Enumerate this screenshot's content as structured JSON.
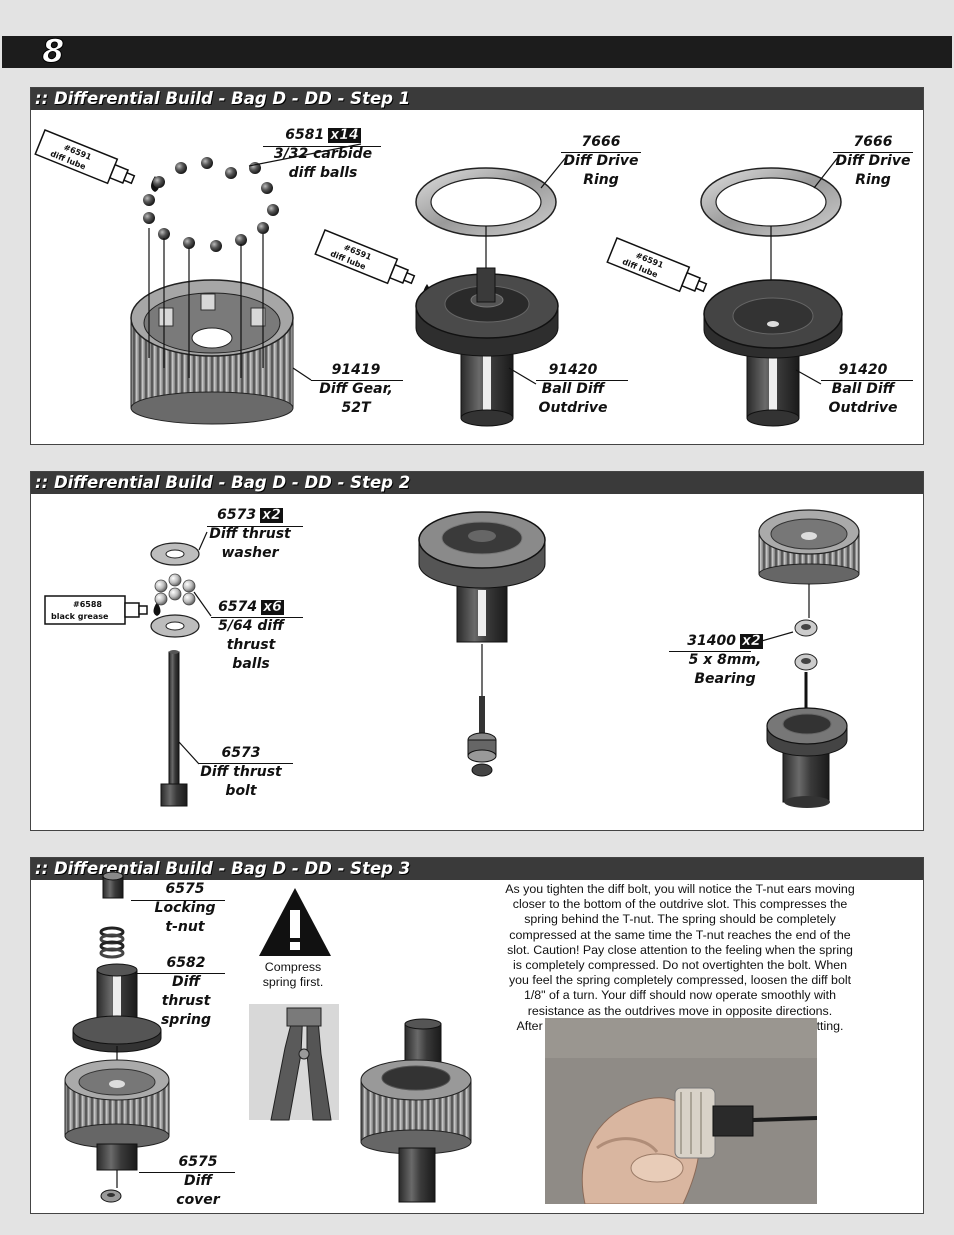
{
  "page": {
    "number": "8"
  },
  "step1": {
    "title": ":: Differential Build - Bag D - DD - Step 1",
    "lube_a": {
      "line1": "#6591",
      "line2": "diff lube"
    },
    "lube_b": {
      "line1": "#6591",
      "line2": "diff lube"
    },
    "lube_c": {
      "line1": "#6591",
      "line2": "diff lube"
    },
    "balls": {
      "part": "6581",
      "qty": "x14",
      "line1": "3/32 carbide",
      "line2": "diff balls"
    },
    "ring_a": {
      "part": "7666",
      "line1": "Diff Drive",
      "line2": "Ring"
    },
    "ring_b": {
      "part": "7666",
      "line1": "Diff Drive",
      "line2": "Ring"
    },
    "gear": {
      "part": "91419",
      "line1": "Diff Gear,",
      "line2": "52T"
    },
    "outdrive_a": {
      "part": "91420",
      "line1": "Ball Diff",
      "line2": "Outdrive"
    },
    "outdrive_b": {
      "part": "91420",
      "line1": "Ball Diff",
      "line2": "Outdrive"
    }
  },
  "step2": {
    "title": ":: Differential Build - Bag D - DD - Step 2",
    "grease": {
      "line1": "#6588",
      "line2": "black grease"
    },
    "washer": {
      "part": "6573",
      "qty": "x2",
      "line1": "Diff thrust",
      "line2": "washer"
    },
    "thrust_balls": {
      "part": "6574",
      "qty": "x6",
      "line1": "5/64 diff",
      "line2": "thrust",
      "line3": "balls"
    },
    "bolt": {
      "part": "6573",
      "line1": "Diff thrust",
      "line2": "bolt"
    },
    "bearing": {
      "part": "31400",
      "qty": "x2",
      "line1": "5 x 8mm,",
      "line2": "Bearing"
    }
  },
  "step3": {
    "title": ":: Differential Build - Bag D - DD - Step 3",
    "tnut": {
      "part": "6575",
      "line1": "Locking",
      "line2": "t-nut"
    },
    "spring": {
      "part": "6582",
      "line1": "Diff",
      "line2": "thrust",
      "line3": "spring"
    },
    "cover": {
      "part": "6575",
      "line1": "Diff",
      "line2": "cover"
    },
    "warning": {
      "line1": "Compress",
      "line2": "spring first."
    },
    "instructions": [
      "As you tighten the diff bolt, you will notice the T-nut ears moving",
      "closer to the bottom of the outdrive slot.  This compresses the",
      "spring behind the T-nut.  The spring should be completely",
      "compressed at the same time the T-nut reaches the end of the",
      "slot.  Caution!  Pay close attention to the feeling when the spring",
      "is completely compressed.  Do not overtighten the bolt.  When",
      "you feel the spring completely compressed, loosen the diff bolt",
      "1/8\" of a turn.  Your diff should now operate smoothly with",
      "resistance as the outdrives move in opposite directions.",
      "After you have driven the car once, re-check the diff setting."
    ]
  }
}
